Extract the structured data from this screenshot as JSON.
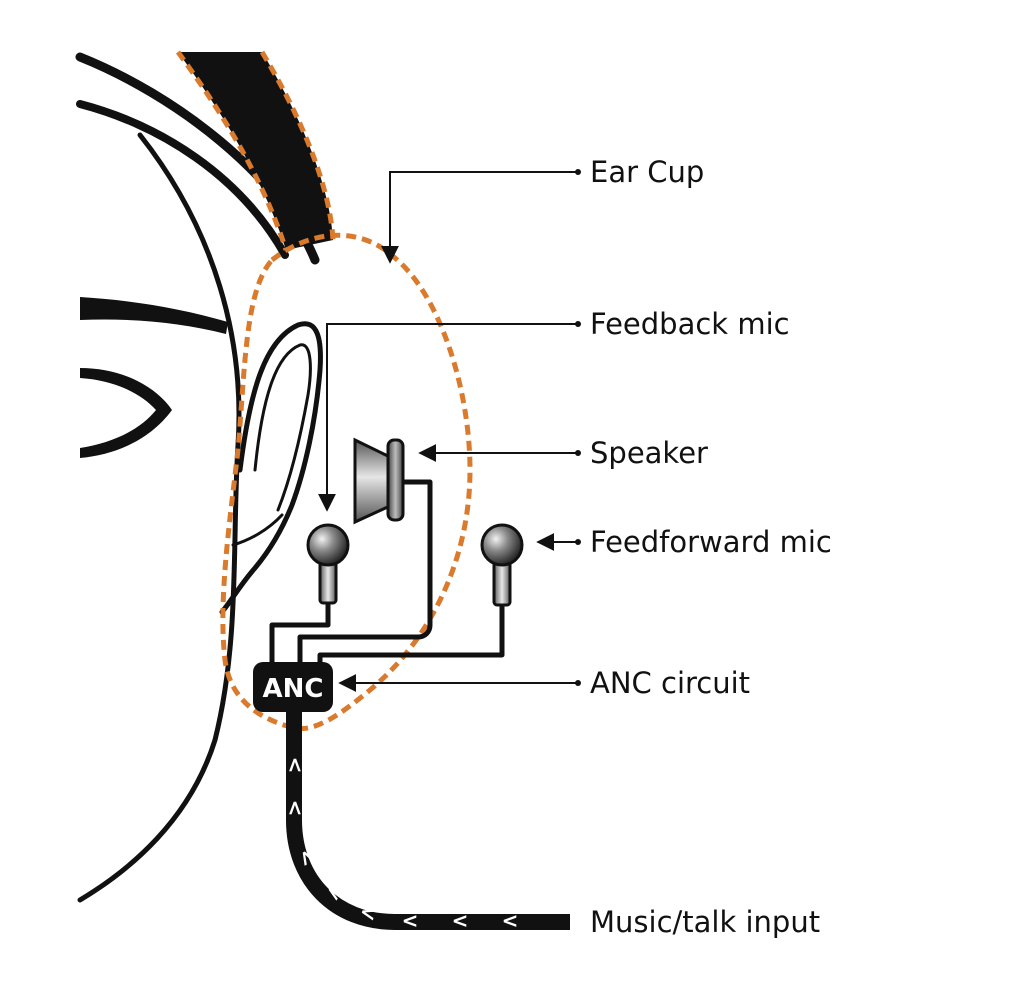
{
  "colors": {
    "background": "#ffffff",
    "ink": "#111111",
    "ear_cup_outline": "#d97a2c",
    "anc_box": "#111111",
    "anc_text": "#ffffff"
  },
  "diagram": {
    "labels": {
      "ear_cup": "Ear Cup",
      "feedback_mic": "Feedback mic",
      "speaker": "Speaker",
      "feedforward_mic": "Feedforward mic",
      "anc_circuit": "ANC circuit",
      "music_input": "Music/talk input"
    },
    "anc_box_text": "ANC",
    "signal_chevron": "<"
  }
}
